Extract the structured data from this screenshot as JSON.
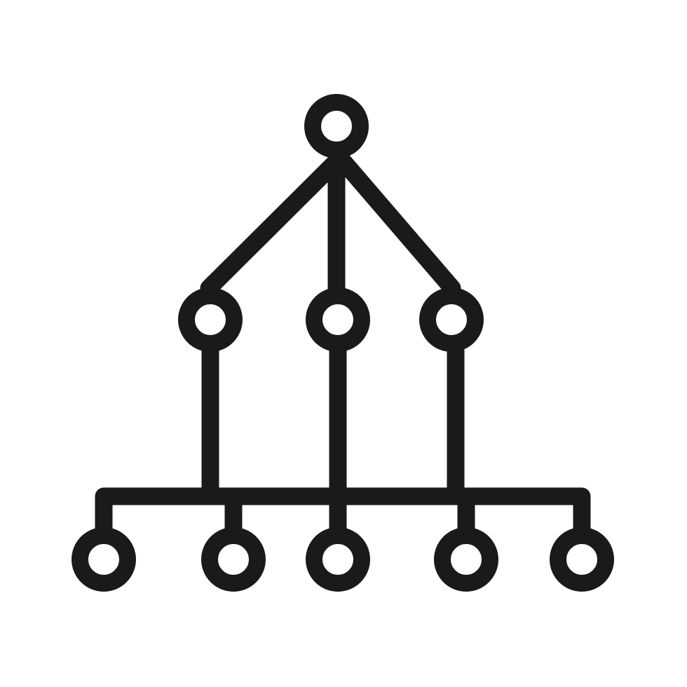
{
  "icon": {
    "name": "hierarchy-tree-icon",
    "colors": {
      "stroke": "#1a1a1a",
      "background": "#ffffff"
    },
    "levels": [
      {
        "level": 0,
        "node_count": 1
      },
      {
        "level": 1,
        "node_count": 3
      },
      {
        "level": 2,
        "node_count": 5
      }
    ],
    "connections": [
      [
        "root",
        "mid-1"
      ],
      [
        "root",
        "mid-2"
      ],
      [
        "root",
        "mid-3"
      ],
      [
        "mid-1",
        "bus"
      ],
      [
        "mid-2",
        "leaf-3"
      ],
      [
        "mid-3",
        "bus"
      ],
      [
        "bus",
        "leaf-1"
      ],
      [
        "bus",
        "leaf-2"
      ],
      [
        "bus",
        "leaf-4"
      ],
      [
        "bus",
        "leaf-5"
      ]
    ]
  }
}
